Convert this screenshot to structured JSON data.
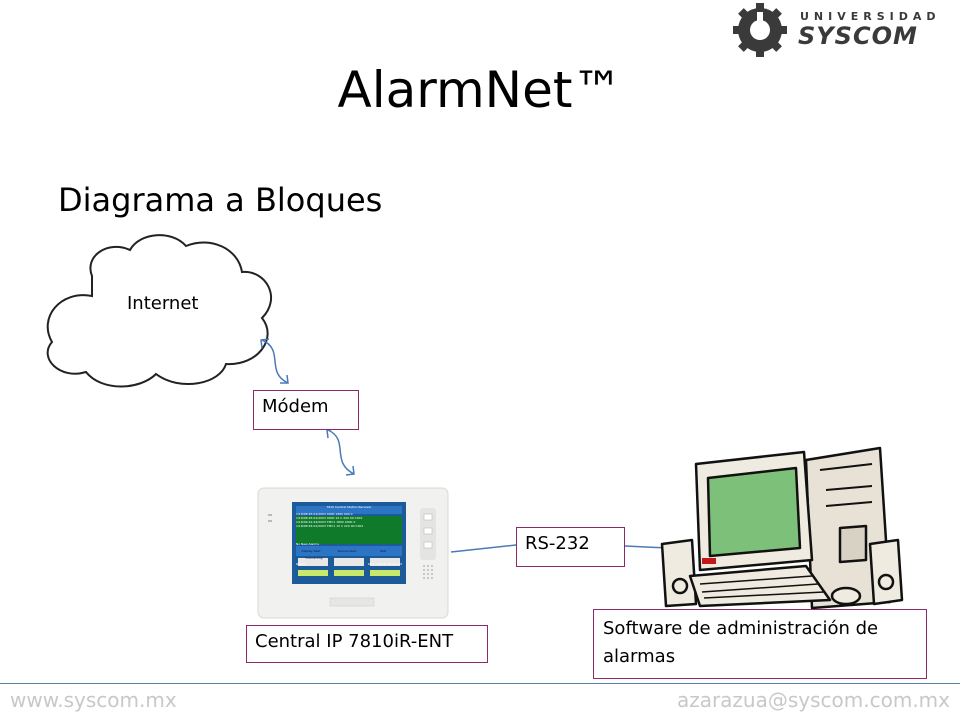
{
  "logo": {
    "line1": "UNIVERSIDAD",
    "line2": "SYSCOM"
  },
  "title": "AlarmNet™",
  "subtitle": "Diagrama a Bloques",
  "diagram": {
    "internet_label": "Internet",
    "modem_label": "Módem",
    "central_label": "Central IP 7810iR-ENT",
    "rs232_label": "RS-232",
    "software_label_line1": "Software de administración de",
    "software_label_line2": "alarmas",
    "receiver_screen": {
      "header": "7810 Central Station Receiver",
      "log": [
        "1/18/08:45:02/2003  0000 1800 000 X",
        "1/18/08:45:02/2003  0000 10 C 220 00 C001",
        "1/18/09:41:44/2003  TMC1 1800 0000 X",
        "1/18/08:45:02/2003  TMC1 10 C 220 00 C001"
      ],
      "status": "No New Alarms",
      "buttons": [
        "Display Next",
        "Silence Alert",
        "Test"
      ],
      "sub_buttons": [
        "Connecting",
        "",
        ""
      ],
      "footer_left": "Ready",
      "footer_right": "Wed 2:08:47 09:21 AM"
    }
  },
  "footer": {
    "left": "www.syscom.mx",
    "right": "azarazua@syscom.com.mx"
  },
  "colors": {
    "box_border": "#8b2a6a",
    "connector": "#4a7ab8",
    "footer_text": "#c8c8c8",
    "footer_rule": "#5a7ea6"
  }
}
